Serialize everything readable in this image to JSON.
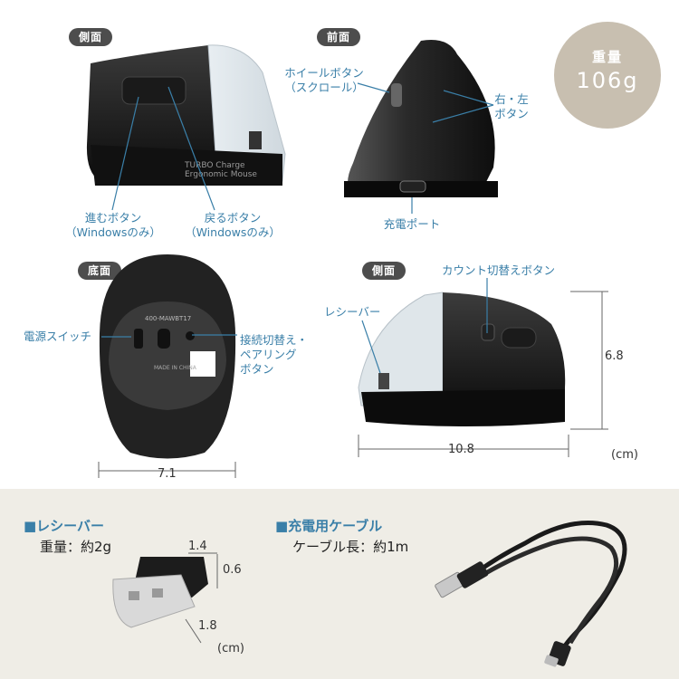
{
  "views": {
    "side_top": "側面",
    "front": "前面",
    "bottom": "底面",
    "side_bottom": "側面"
  },
  "weight_badge": {
    "label": "重量",
    "value": "106g"
  },
  "mouse_print": {
    "line1": "TURBO Charge",
    "line2": "Ergonomic Mouse"
  },
  "callouts": {
    "forward_button": {
      "line1": "進むボタン",
      "line2": "（Windowsのみ）"
    },
    "back_button": {
      "line1": "戻るボタン",
      "line2": "（Windowsのみ）"
    },
    "wheel_button": {
      "line1": "ホイールボタン",
      "line2": "（スクロール）"
    },
    "right_left_button": {
      "line1": "右・左",
      "line2": "ボタン"
    },
    "charging_port": "充電ポート",
    "power_switch": "電源スイッチ",
    "pairing_button": {
      "line1": "接続切替え・",
      "line2": "ペアリング",
      "line3": "ボタン"
    },
    "count_switch_button": "カウント切替えボタン",
    "receiver": "レシーバー"
  },
  "dimensions": {
    "bottom_width": "7.1",
    "side_length": "10.8",
    "side_height": "6.8",
    "unit": "(cm)",
    "receiver_w": "1.4",
    "receiver_h": "0.6",
    "receiver_l": "1.8",
    "receiver_unit": "(cm)"
  },
  "bottom_label": {
    "model": "400-MAWBT17",
    "made": "MADE IN CHINA"
  },
  "accessories": {
    "receiver": {
      "title": "■レシーバー",
      "spec": "重量：約2g"
    },
    "cable": {
      "title": "■充電用ケーブル",
      "spec": "ケーブル長：約1m"
    }
  }
}
